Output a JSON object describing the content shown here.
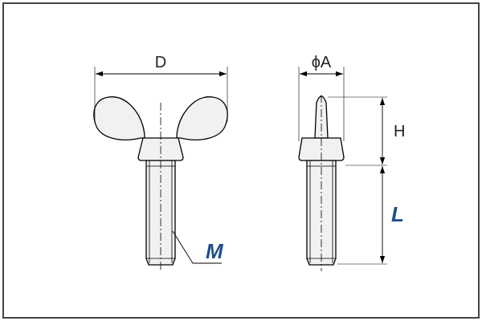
{
  "labels": {
    "width": "D",
    "diameter": "ϕA",
    "height": "H",
    "length": "L",
    "thread": "M"
  },
  "colors": {
    "accent": "#1f4e8c",
    "border": "#444444",
    "fill": "#f1f1f1"
  }
}
